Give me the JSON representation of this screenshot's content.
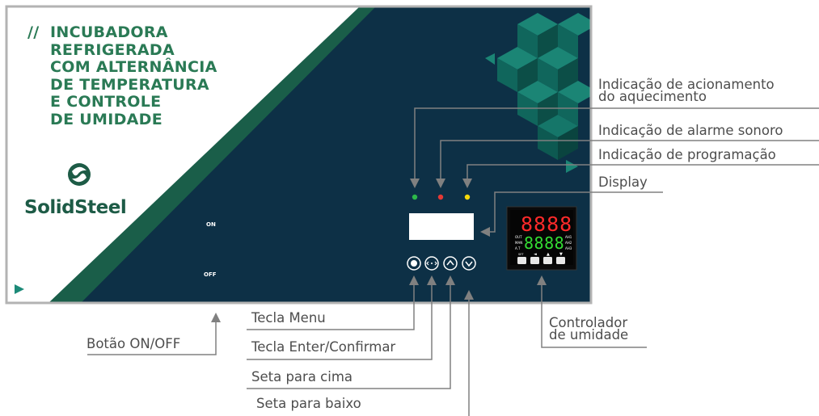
{
  "panel": {
    "title_prefix": "//",
    "title_lines": [
      "INCUBADORA",
      "REFRIGERADA",
      "COM ALTERNÂNCIA",
      "DE TEMPERATURA",
      "E CONTROLE",
      "DE UMIDADE"
    ],
    "brand": "SolidSteel",
    "switch_on_label": "ON",
    "switch_off_label": "OFF",
    "led_colors": {
      "heating": "#2db84a",
      "alarm": "#e53935",
      "programming": "#f5d90a"
    }
  },
  "controller": {
    "pv": "8888",
    "sv": "8888",
    "left_labels": [
      "OUT",
      "MAN",
      "A.T"
    ],
    "right_labels": [
      "AH1",
      "AH2",
      "AH3"
    ],
    "key_labels": [
      "SET",
      "◄",
      "▲",
      "▼"
    ]
  },
  "callouts": {
    "heating_indicator": [
      "Indicação de acionamento",
      "do aquecimento"
    ],
    "alarm_indicator": "Indicação de alarme sonoro",
    "programming_indicator": "Indicação de programação",
    "display": "Display",
    "menu_key": "Tecla Menu",
    "enter_key": "Tecla Enter/Confirmar",
    "up_arrow": "Seta para cima",
    "down_arrow": "Seta para baixo",
    "on_off_button": "Botão ON/OFF",
    "humidity_controller": [
      "Controlador",
      "de umidade"
    ]
  },
  "icons": [
    "logo-icon",
    "menu-key-icon",
    "enter-key-icon",
    "up-arrow-key-icon",
    "down-arrow-key-icon",
    "play-arrow-icon"
  ],
  "colors": {
    "panel_navy": "#0d3046",
    "accent_green": "#2a7a55",
    "dark_green": "#164f3d",
    "teal": "#12746a",
    "leader_line": "#808080",
    "display_red": "#ff2a2a",
    "display_green": "#33dd33"
  }
}
